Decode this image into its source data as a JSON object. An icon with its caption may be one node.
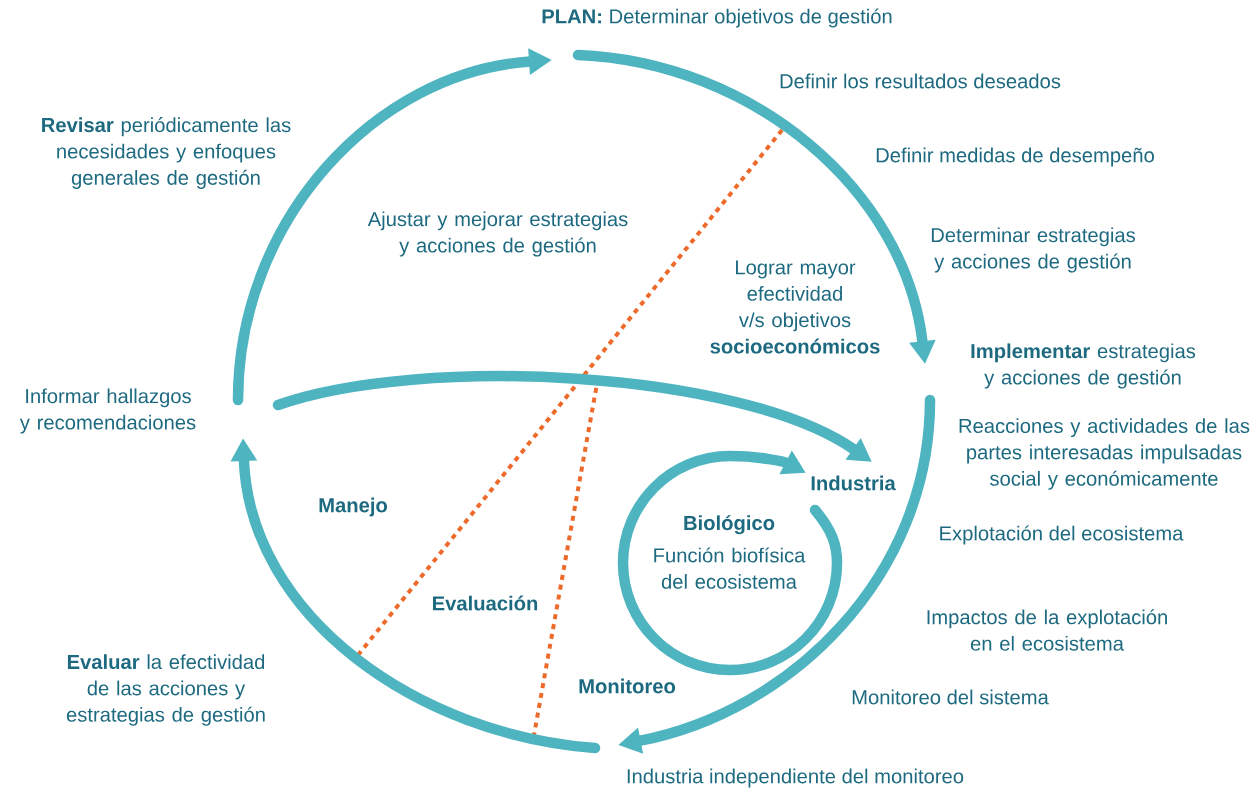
{
  "diagram": {
    "nodes": [
      {
        "text": [
          "**PLAN:** Determinar objetivos de gestión"
        ]
      },
      {
        "text": [
          "**Implementar** estrategias y acciones de gestión"
        ]
      },
      {
        "text": [
          "Industria independiente del monitoreo"
        ]
      },
      {
        "text": [
          "Informar hallazgos y recomendaciones"
        ]
      },
      {
        "text": [
          "Industria"
        ]
      },
      {
        "text": [
          "Biológico",
          "Función biofísica del ecosistema"
        ]
      }
    ],
    "edges": [
      {
        "from": 3,
        "to": 0,
        "arrow": "to"
      },
      {
        "from": 0,
        "to": 1,
        "arrow": "to"
      },
      {
        "from": 1,
        "to": 2,
        "arrow": "to"
      },
      {
        "from": 2,
        "to": 3,
        "arrow": "to"
      },
      {
        "from": 3,
        "to": 4,
        "arrow": "to"
      },
      {
        "from": 5,
        "to": 4,
        "arrow": "to"
      }
    ],
    "labels": [
      "**Revisar** periódicamente las necesidades y enfoques generales de gestión",
      "Ajustar y mejorar estrategias y acciones de gestión",
      "Definir los resultados deseados",
      "Definir medidas de desempeño",
      "Determinar estrategias y acciones de gestión",
      "Lograr mayor efectividad v/s objetivos **socioeconómicos**",
      "Reacciones y actividades de las partes interesadas impulsadas social y económicamente",
      "Explotación del ecosistema",
      "Manejo",
      "Evaluación",
      "Impactos de la explotación en el ecosistema",
      "**Evaluar** la efectividad de las acciones y estrategias de gestión",
      "Monitoreo",
      "Monitoreo del sistema"
    ]
  }
}
